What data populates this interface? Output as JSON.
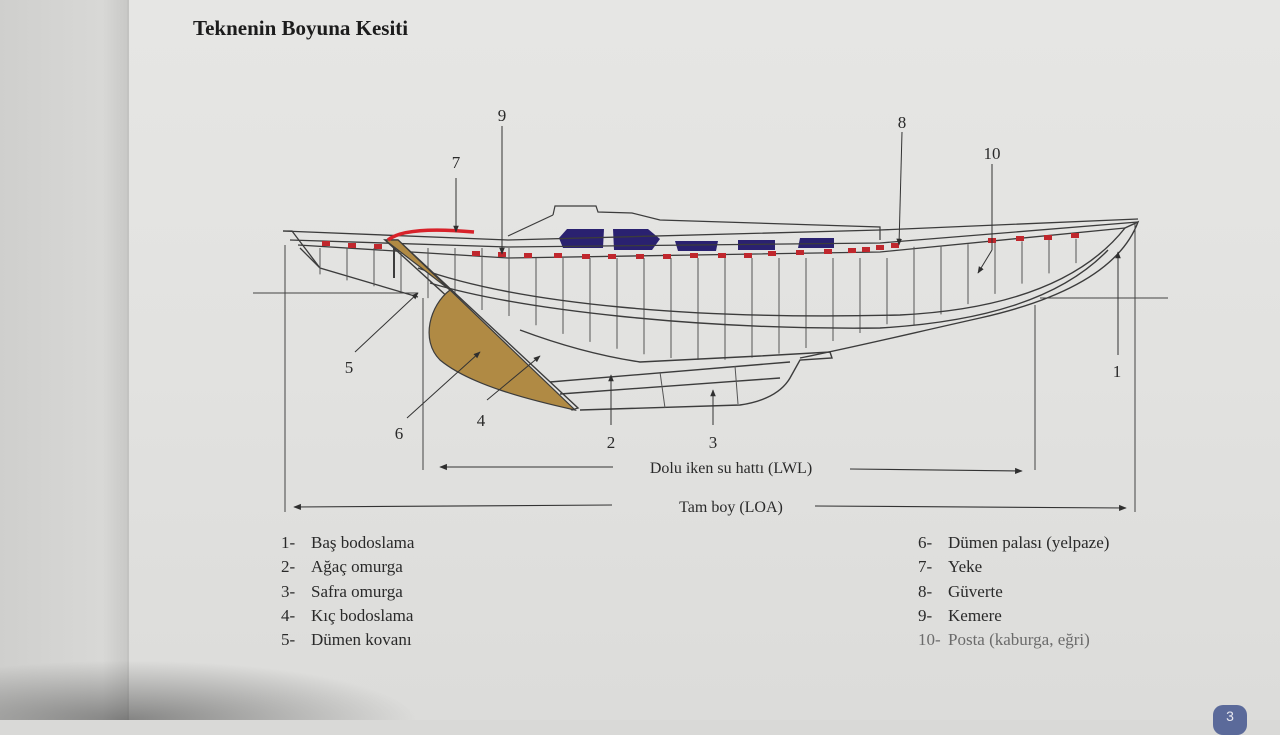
{
  "title": "Teknenin Boyuna Kesiti",
  "diagram": {
    "callouts": [
      "1",
      "2",
      "3",
      "4",
      "5",
      "6",
      "7",
      "8",
      "9",
      "10"
    ],
    "dimension_labels": {
      "lwl": "Dolu iken su hattı (LWL)",
      "loa": "Tam boy (LOA)"
    }
  },
  "legend": {
    "left": [
      {
        "num": "1-",
        "text": "Baş bodoslama"
      },
      {
        "num": "2-",
        "text": "Ağaç omurga"
      },
      {
        "num": "3-",
        "text": "Safra omurga"
      },
      {
        "num": "4-",
        "text": "Kıç bodoslama"
      },
      {
        "num": "5-",
        "text": "Dümen kovanı"
      }
    ],
    "right": [
      {
        "num": "6-",
        "text": "Dümen palası (yelpaze)"
      },
      {
        "num": "7-",
        "text": "Yeke"
      },
      {
        "num": "8-",
        "text": "Güverte"
      },
      {
        "num": "9-",
        "text": "Kemere"
      },
      {
        "num": "10-",
        "text": "Posta (kaburga, eğri)"
      }
    ]
  },
  "page_number": "3",
  "colors": {
    "rudder": "#b08a44",
    "window": "#2a2170",
    "beam": "#c0272d",
    "tiller": "#d8222a",
    "line": "#3c3c3c"
  }
}
